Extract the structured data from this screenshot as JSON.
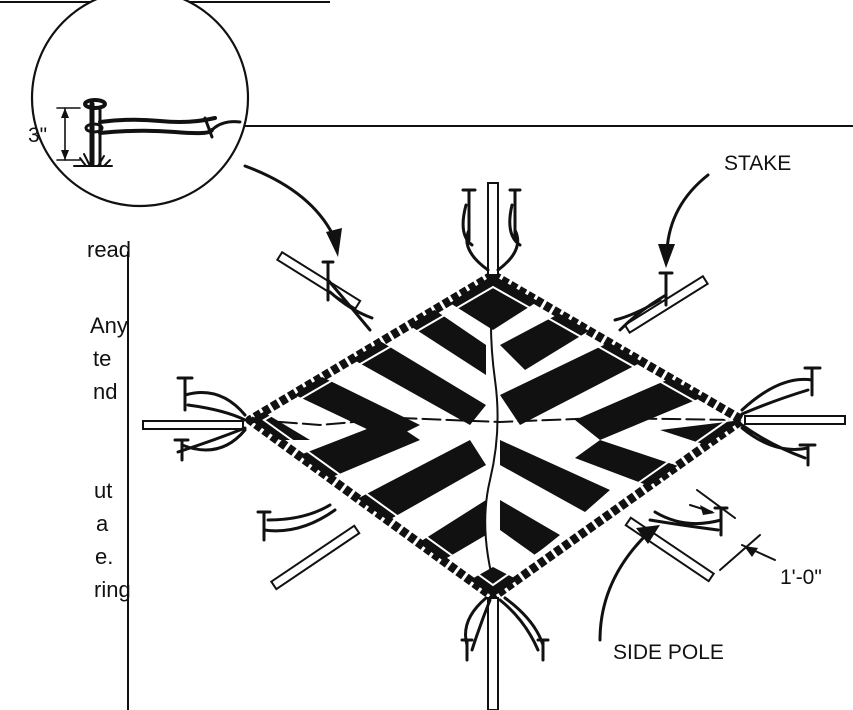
{
  "labels": {
    "stake": "STAKE",
    "side_pole": "SIDE POLE",
    "dimension_spacing": "1'-0\"",
    "dimension_height": "3\""
  },
  "left_text_fragments": [
    "read",
    "Any",
    "te",
    "nd",
    "ut",
    "a",
    "e.",
    "ring"
  ],
  "colors": {
    "ink": "#111111",
    "paper": "#ffffff"
  }
}
